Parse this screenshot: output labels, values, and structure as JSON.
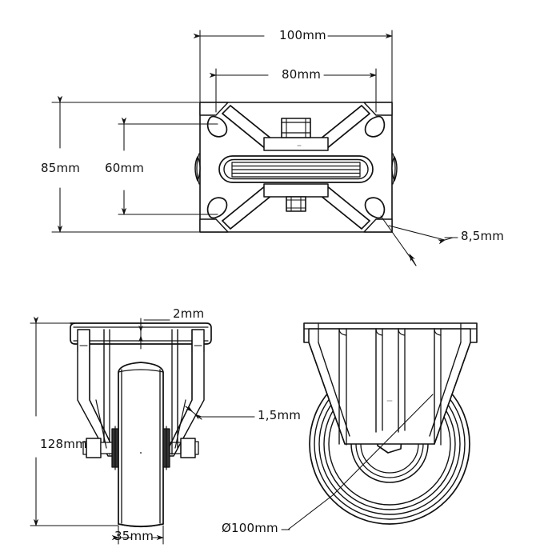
{
  "drawing": {
    "title": "Fixed caster wheel technical drawing",
    "background_color": "#ffffff",
    "line_color": "#111111",
    "units": "mm"
  },
  "views": {
    "top": {
      "name": "top-plate-view",
      "description": "Mounting plate top view with four corner bolt holes and central slot"
    },
    "front": {
      "name": "front-elevation-view",
      "description": "Front elevation showing wheel, fork bracket and axle bolts"
    },
    "side": {
      "name": "side-elevation-view",
      "description": "Side elevation showing wheel profile, hub hex nut and fork legs"
    }
  },
  "dimensions": {
    "plate_length": "100mm",
    "bolt_hole_spacing_length": "80mm",
    "plate_width": "85mm",
    "bolt_hole_spacing_width": "60mm",
    "bolt_hole_diameter": "8,5mm",
    "plate_thickness": "2mm",
    "bracket_thickness": "1,5mm",
    "overall_height": "128mm",
    "wheel_width": "35mm",
    "wheel_diameter": "Ø100mm"
  }
}
